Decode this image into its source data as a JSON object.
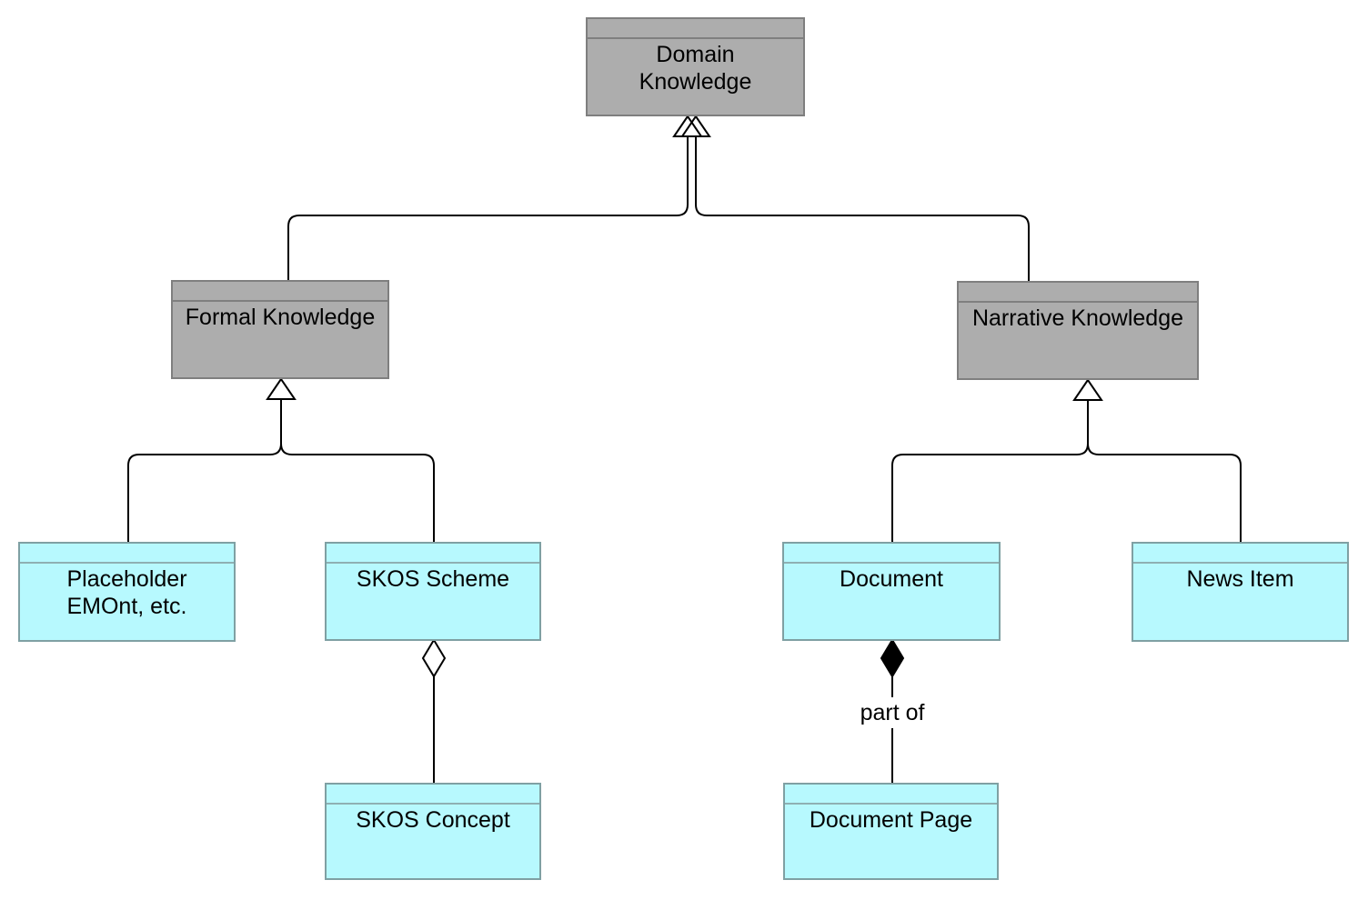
{
  "colors": {
    "background": "#ffffff",
    "abstract_fill": "#adadad",
    "abstract_border": "#7f7f7f",
    "concrete_fill": "#b7f9fe",
    "concrete_border": "#7fa0a3",
    "line": "#000000",
    "text": "#000000"
  },
  "nodes": [
    {
      "id": "domain-knowledge",
      "label": "Domain\nKnowledge",
      "style": "abstract"
    },
    {
      "id": "formal-knowledge",
      "label": "Formal Knowledge",
      "style": "abstract"
    },
    {
      "id": "narrative-knowledge",
      "label": "Narrative Knowledge",
      "style": "abstract"
    },
    {
      "id": "placeholder-emont",
      "label": "Placeholder\nEMOnt, etc.",
      "style": "concrete"
    },
    {
      "id": "skos-scheme",
      "label": "SKOS Scheme",
      "style": "concrete"
    },
    {
      "id": "document",
      "label": "Document",
      "style": "concrete"
    },
    {
      "id": "news-item",
      "label": "News Item",
      "style": "concrete"
    },
    {
      "id": "skos-concept",
      "label": "SKOS Concept",
      "style": "concrete"
    },
    {
      "id": "document-page",
      "label": "Document Page",
      "style": "concrete"
    }
  ],
  "edges": [
    {
      "from": "Formal Knowledge",
      "to": "Domain Knowledge",
      "type": "generalization"
    },
    {
      "from": "Narrative Knowledge",
      "to": "Domain Knowledge",
      "type": "generalization"
    },
    {
      "from": "Placeholder EMOnt, etc.",
      "to": "Formal Knowledge",
      "type": "generalization"
    },
    {
      "from": "SKOS Scheme",
      "to": "Formal Knowledge",
      "type": "generalization"
    },
    {
      "from": "Document",
      "to": "Narrative Knowledge",
      "type": "generalization"
    },
    {
      "from": "News Item",
      "to": "Narrative Knowledge",
      "type": "generalization"
    },
    {
      "from": "SKOS Concept",
      "to": "SKOS Scheme",
      "type": "aggregation"
    },
    {
      "from": "Document Page",
      "to": "Document",
      "type": "composition",
      "label": "part of"
    }
  ]
}
